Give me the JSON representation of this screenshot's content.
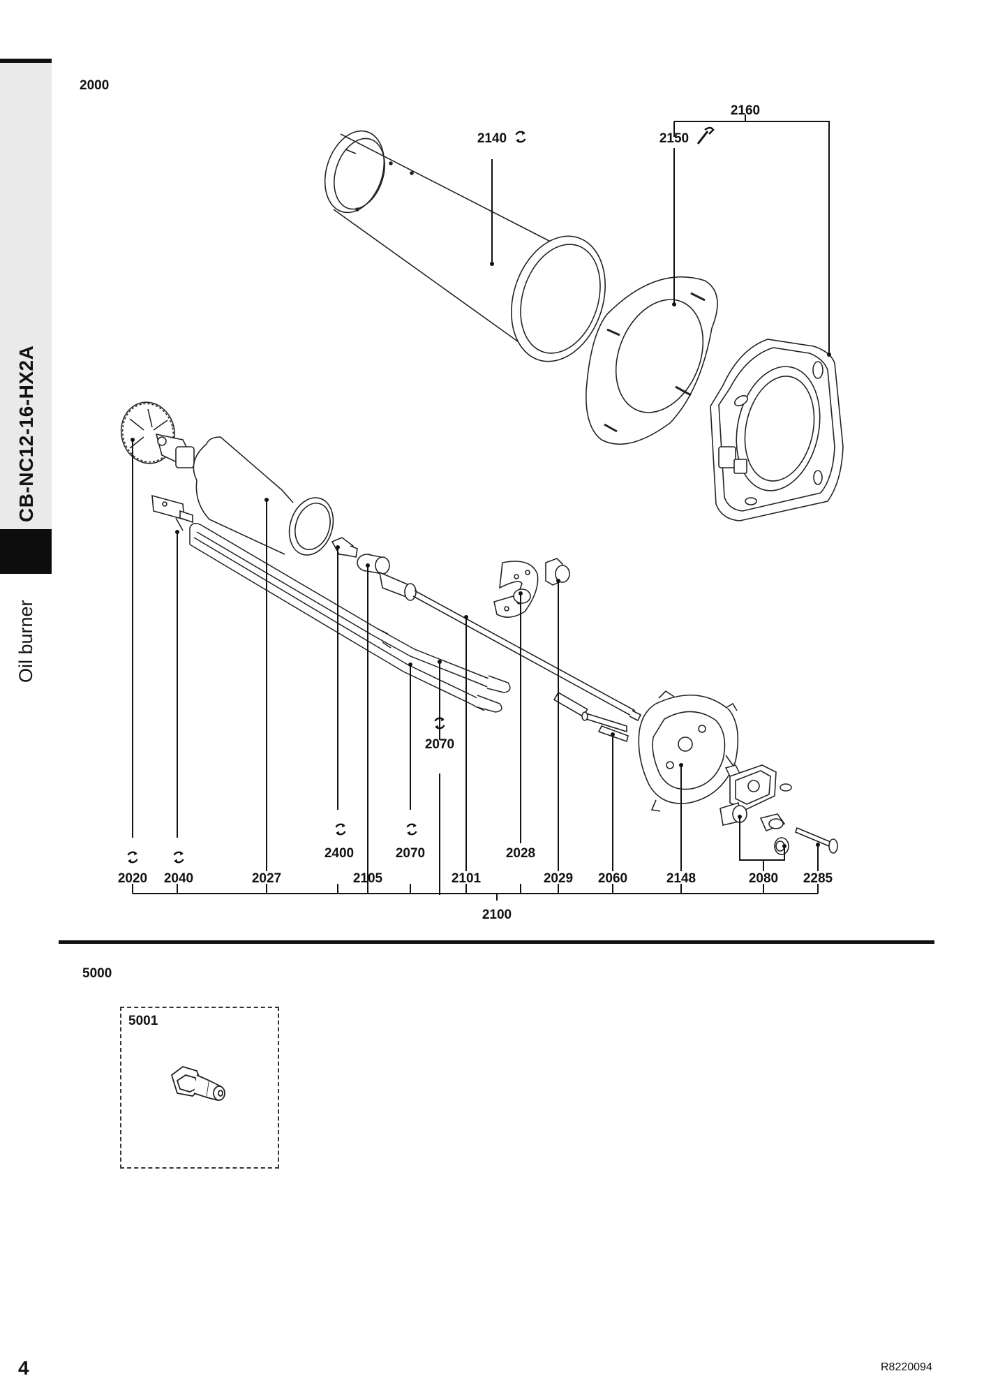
{
  "sidebar": {
    "model": "CB-NC12-16-HX2A",
    "section": "Oil burner"
  },
  "diagram_2000": {
    "section_label": "2000",
    "callouts": {
      "p2160": "2160",
      "p2140": "2140",
      "p2150": "2150",
      "p2070_upper": "2070",
      "p2400": "2400",
      "p2070_lower": "2070",
      "p2028": "2028",
      "p2020": "2020",
      "p2040": "2040",
      "p2027": "2027",
      "p2105": "2105",
      "p2101": "2101",
      "p2029": "2029",
      "p2060": "2060",
      "p2148": "2148",
      "p2080": "2080",
      "p2285": "2285",
      "p2100": "2100"
    }
  },
  "diagram_5000": {
    "section_label": "5000",
    "item_label": "5001"
  },
  "footer": {
    "page_number": "4",
    "document_code": "R8220094"
  },
  "icons": [
    "replace-cycle-icon",
    "wrench-icon"
  ]
}
